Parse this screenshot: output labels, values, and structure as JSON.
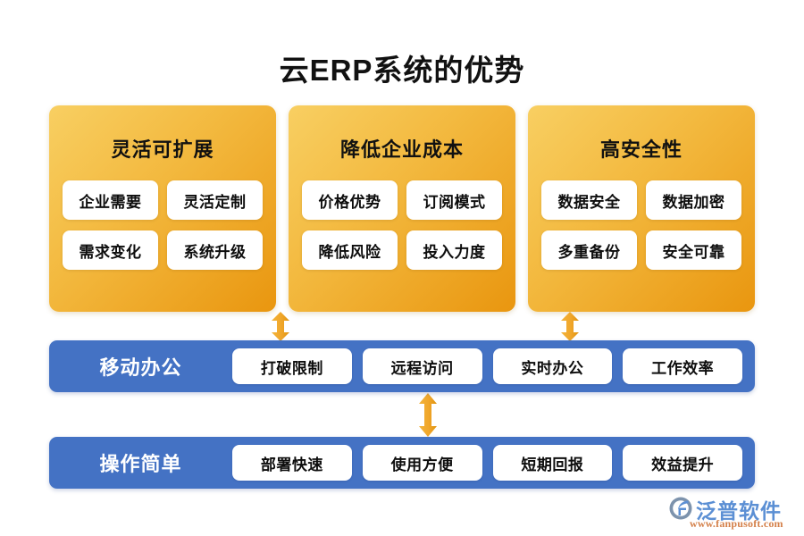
{
  "title": "云ERP系统的优势",
  "colors": {
    "card_gradient_start": "#f8cf62",
    "card_gradient_end": "#e9960f",
    "bar_blue": "#4472c4",
    "arrow_orange": "#f0a62a",
    "pill_white": "#ffffff",
    "background": "#ffffff",
    "title_text": "#111111",
    "logo_blue": "#5b8fd4",
    "logo_orange": "#d4804a"
  },
  "cards": [
    {
      "title": "灵活可扩展",
      "items": [
        "企业需要",
        "灵活定制",
        "需求变化",
        "系统升级"
      ]
    },
    {
      "title": "降低企业成本",
      "items": [
        "价格优势",
        "订阅模式",
        "降低风险",
        "投入力度"
      ]
    },
    {
      "title": "高安全性",
      "items": [
        "数据安全",
        "数据加密",
        "多重备份",
        "安全可靠"
      ]
    }
  ],
  "bars": [
    {
      "label": "移动办公",
      "items": [
        "打破限制",
        "远程访问",
        "实时办公",
        "工作效率"
      ]
    },
    {
      "label": "操作简单",
      "items": [
        "部署快速",
        "使用方便",
        "短期回报",
        "效益提升"
      ]
    }
  ],
  "connectors": [
    {
      "name": "card-1-to-bar-1",
      "kind": "double-arrow-vertical"
    },
    {
      "name": "card-3-to-bar-1",
      "kind": "double-arrow-vertical"
    },
    {
      "name": "bar-1-to-bar-2",
      "kind": "double-arrow-vertical"
    }
  ],
  "logo": {
    "name": "泛普软件",
    "url": "www.fanpusoft.com"
  }
}
